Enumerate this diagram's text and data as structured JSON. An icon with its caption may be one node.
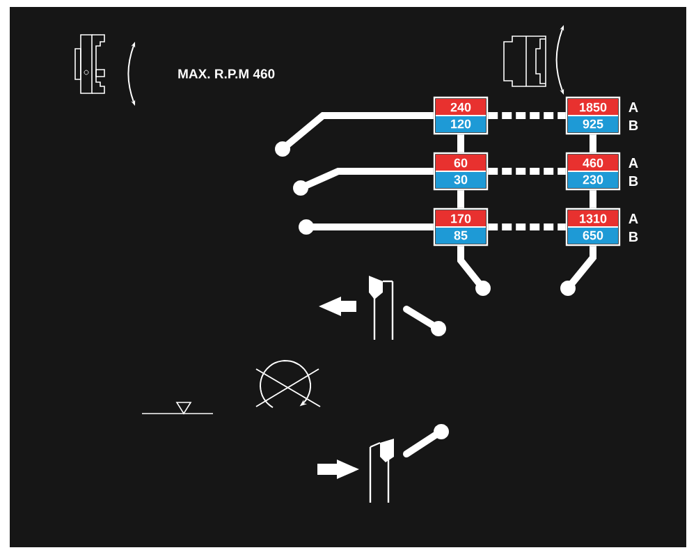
{
  "diagram": {
    "nodes": [
      {
        "text": [
          "240",
          "120"
        ]
      },
      {
        "text": [
          "1850",
          "925"
        ]
      },
      {
        "text": [
          "60",
          "30"
        ]
      },
      {
        "text": [
          "460",
          "230"
        ]
      },
      {
        "text": [
          "170",
          "85"
        ]
      },
      {
        "text": [
          "1310",
          "650"
        ]
      },
      {
        "text": [],
        "shape": "circle"
      },
      {
        "text": [],
        "shape": "circle"
      },
      {
        "text": [],
        "shape": "circle"
      },
      {
        "text": [],
        "shape": "circle"
      },
      {
        "text": [],
        "shape": "circle"
      }
    ],
    "edges": [
      {
        "from": 0,
        "to": 1,
        "arrow": "none",
        "style": "dashed"
      },
      {
        "from": 2,
        "to": 3,
        "arrow": "none",
        "style": "dashed"
      },
      {
        "from": 4,
        "to": 5,
        "arrow": "none",
        "style": "dashed"
      },
      {
        "from": 0,
        "to": 2,
        "arrow": "none"
      },
      {
        "from": 2,
        "to": 4,
        "arrow": "none"
      },
      {
        "from": 1,
        "to": 3,
        "arrow": "none"
      },
      {
        "from": 3,
        "to": 5,
        "arrow": "none"
      },
      {
        "from": 6,
        "to": 0,
        "arrow": "none"
      },
      {
        "from": 7,
        "to": 2,
        "arrow": "none"
      },
      {
        "from": 8,
        "to": 4,
        "arrow": "none"
      },
      {
        "from": 4,
        "to": 9,
        "arrow": "none"
      },
      {
        "from": 5,
        "to": 10,
        "arrow": "none"
      }
    ],
    "labels": [
      "MAX. R.P.M 460",
      "A",
      "B",
      "A",
      "B",
      "A",
      "B"
    ]
  }
}
